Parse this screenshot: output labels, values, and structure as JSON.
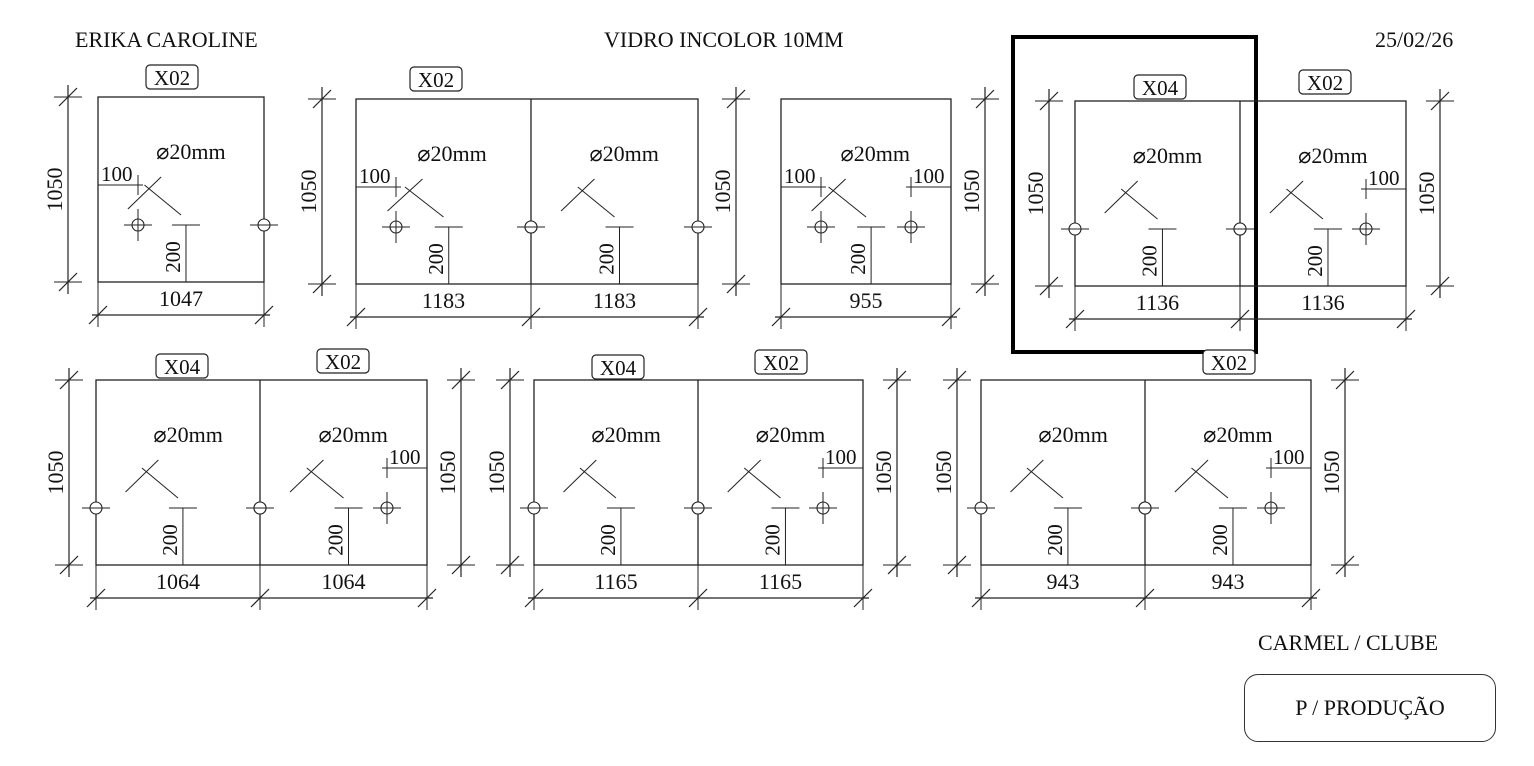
{
  "header": {
    "client": "ERIKA CAROLINE",
    "material": "VIDRO INCOLOR 10MM",
    "date": "25/02/26"
  },
  "footer": {
    "location": "CARMEL / CLUBE",
    "stamp": "P / PRODUÇÃO"
  },
  "colors": {
    "ink": "#111111",
    "highlight_box": "#000000"
  },
  "groups": [
    {
      "tags": [
        "X02"
      ],
      "widths": [
        "1047"
      ],
      "heights": {
        "left": "1050"
      },
      "panes": [
        {
          "dia": "⌀20mm",
          "d200": "200",
          "d100_left": "100"
        }
      ]
    },
    {
      "tags": [
        "X02"
      ],
      "widths": [
        "1183",
        "1183"
      ],
      "heights": {
        "left": "1050",
        "right": "1050"
      },
      "panes": [
        {
          "dia": "⌀20mm",
          "d200": "200",
          "d100_left": "100"
        },
        {
          "dia": "⌀20mm",
          "d200": "200"
        }
      ]
    },
    {
      "tags": [],
      "widths": [
        "955"
      ],
      "heights": {
        "right": "1050"
      },
      "panes": [
        {
          "dia": "⌀20mm",
          "d200": "200",
          "d100_left": "100",
          "d100_right": "100"
        }
      ]
    },
    {
      "tags": [
        "X04",
        "X02"
      ],
      "widths": [
        "1136",
        "1136"
      ],
      "heights": {
        "left": "1050",
        "right": "1050"
      },
      "panes": [
        {
          "dia": "⌀20mm",
          "d200": "200"
        },
        {
          "dia": "⌀20mm",
          "d200": "200",
          "d100_right": "100"
        }
      ]
    },
    {
      "tags": [
        "X04",
        "X02"
      ],
      "widths": [
        "1064",
        "1064"
      ],
      "heights": {
        "left": "1050",
        "right": "1050"
      },
      "panes": [
        {
          "dia": "⌀20mm",
          "d200": "200"
        },
        {
          "dia": "⌀20mm",
          "d200": "200",
          "d100_right": "100"
        }
      ]
    },
    {
      "tags": [
        "X04",
        "X02"
      ],
      "widths": [
        "1165",
        "1165"
      ],
      "heights": {
        "left": "1050",
        "right": "1050"
      },
      "panes": [
        {
          "dia": "⌀20mm",
          "d200": "200"
        },
        {
          "dia": "⌀20mm",
          "d200": "200",
          "d100_right": "100"
        }
      ]
    },
    {
      "tags": [
        "X02"
      ],
      "widths": [
        "943",
        "943"
      ],
      "heights": {
        "left": "1050",
        "right": "1050"
      },
      "panes": [
        {
          "dia": "⌀20mm",
          "d200": "200"
        },
        {
          "dia": "⌀20mm",
          "d200": "200",
          "d100_right": "100"
        }
      ]
    }
  ]
}
